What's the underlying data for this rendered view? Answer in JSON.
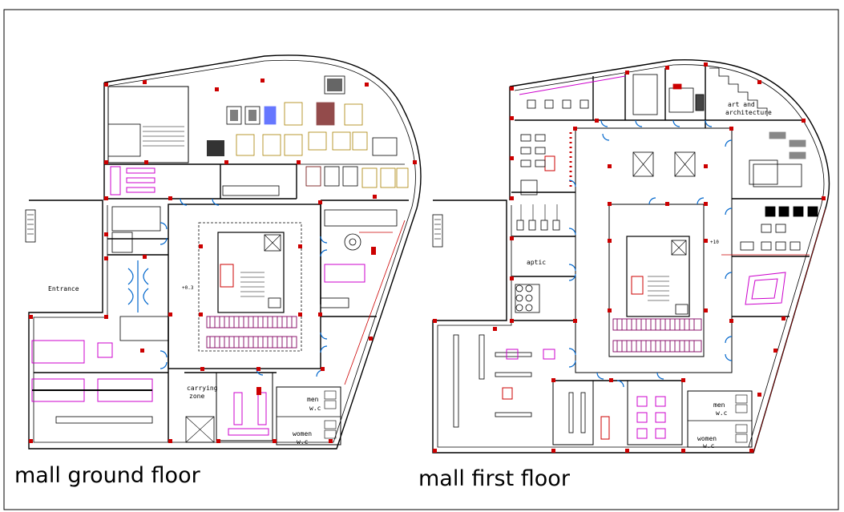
{
  "titles": {
    "ground": "mall ground floor",
    "first": "mall first floor"
  },
  "ground_labels": {
    "entrance": "Entrance",
    "carrying1": "carrying",
    "carrying2": "zone",
    "men1": "men",
    "men2": "w.c",
    "women1": "women",
    "women2": "w.c",
    "level": "+0.3"
  },
  "first_labels": {
    "art1": "art and",
    "art2": "architecture",
    "aptic": "aptic",
    "men1": "men",
    "men2": "w.c",
    "women1": "women",
    "women2": "w.c",
    "level": "+10"
  },
  "colors": {
    "wall": "#000000",
    "column": "#cc0000",
    "door": "#0066cc",
    "escalator": "#800060",
    "display": "#cc00cc",
    "furniture": "#a87f00",
    "furniture_blue": "#6677ff"
  }
}
